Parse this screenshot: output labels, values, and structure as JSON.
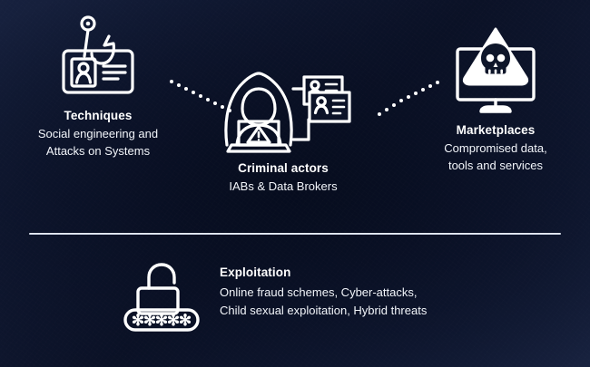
{
  "background": {
    "base_color": "#0b1227",
    "edge_color": "#18223f",
    "accent_color": "#ffffff"
  },
  "divider": {
    "name": "horizontal-divider",
    "color": "#ffffff"
  },
  "nodes": [
    {
      "id": "techniques",
      "icon": "phishing-hook-id-card-icon",
      "title": "Techniques",
      "description": "Social engineering and\nAttacks on Systems"
    },
    {
      "id": "criminal_actors",
      "icon": "hooded-hacker-laptop-id-cards-icon",
      "title": "Criminal actors",
      "description": "IABs & Data Brokers"
    },
    {
      "id": "marketplaces",
      "icon": "monitor-skull-warning-icon",
      "title": "Marketplaces",
      "description": "Compromised data,\ntools and services"
    },
    {
      "id": "exploitation",
      "icon": "open-padlock-password-icon",
      "title": "Exploitation",
      "description": "Online fraud schemes, Cyber-attacks,\nChild sexual exploitation, Hybrid threats"
    }
  ],
  "connectors": [
    {
      "id": "techniques-to-criminal",
      "name": "dotted-connector-left",
      "dots": 9
    },
    {
      "id": "criminal-to-marketplaces",
      "name": "dotted-connector-right",
      "dots": 9
    }
  ]
}
